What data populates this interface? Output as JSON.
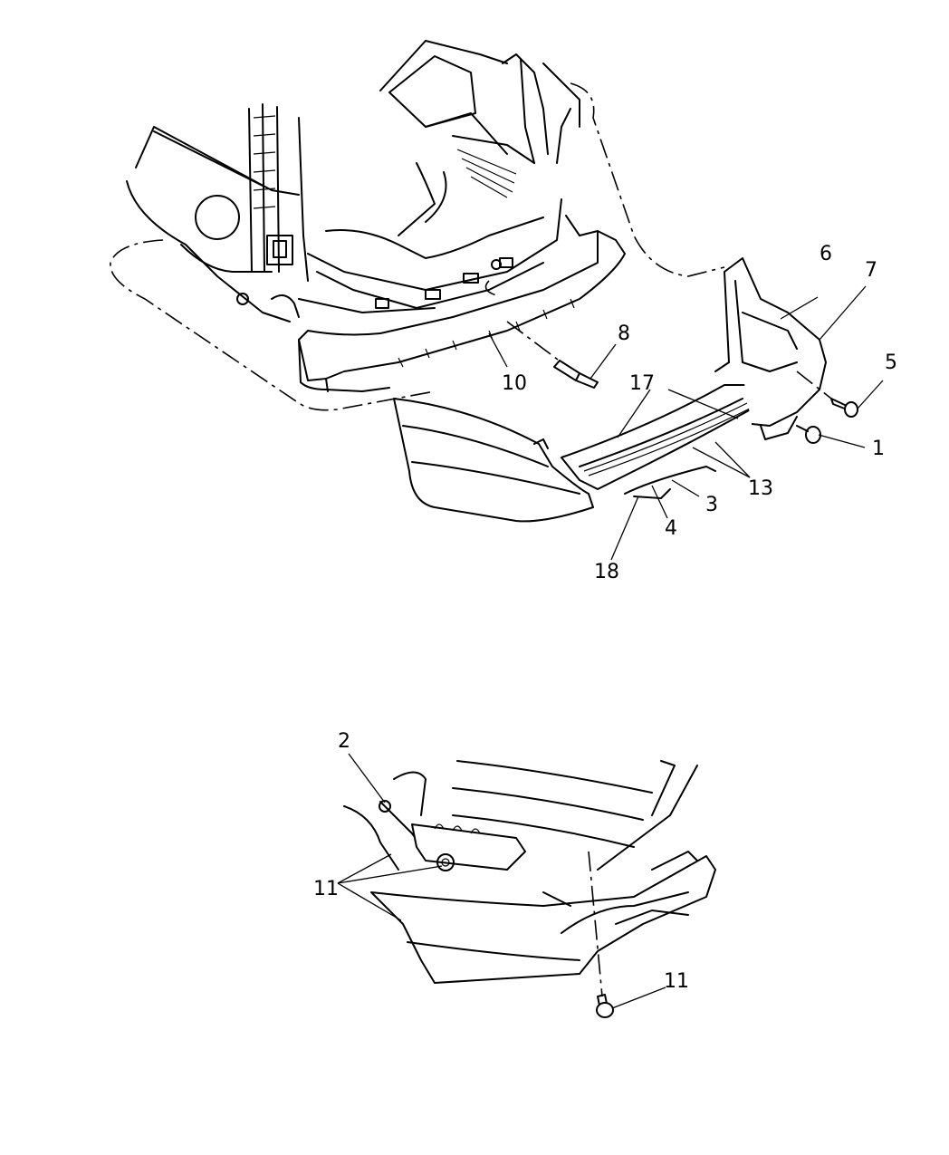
{
  "callouts": {
    "c1": "1",
    "c2": "2",
    "c3": "3",
    "c4": "4",
    "c5": "5",
    "c6": "6",
    "c7": "7",
    "c8": "8",
    "c10": "10",
    "c11a": "11",
    "c11b": "11",
    "c13": "13",
    "c17": "17",
    "c18": "18"
  },
  "colors": {
    "ink": "#000000",
    "paper": "#ffffff"
  }
}
